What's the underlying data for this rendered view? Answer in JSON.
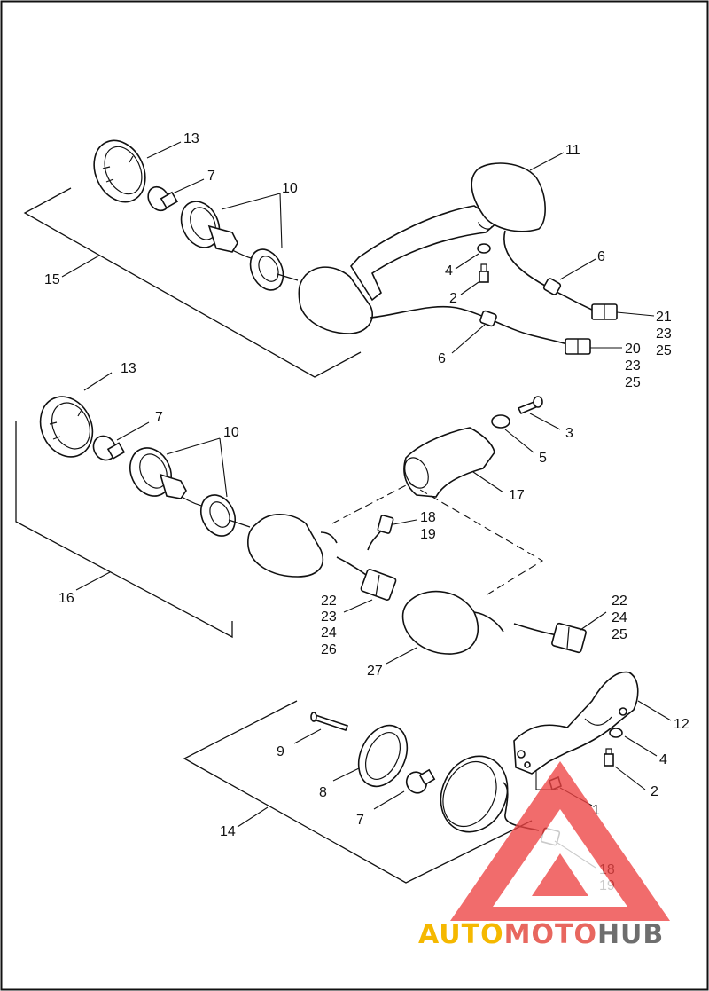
{
  "diagram": {
    "callouts": [
      {
        "id": "c13a",
        "text": "13"
      },
      {
        "id": "c7a",
        "text": "7"
      },
      {
        "id": "c10a",
        "text": "10"
      },
      {
        "id": "c11",
        "text": "11"
      },
      {
        "id": "c15",
        "text": "15"
      },
      {
        "id": "c4a",
        "text": "4"
      },
      {
        "id": "c2a",
        "text": "2"
      },
      {
        "id": "c6a",
        "text": "6"
      },
      {
        "id": "c21",
        "text": "21"
      },
      {
        "id": "c23a",
        "text": "23"
      },
      {
        "id": "c25a",
        "text": "25"
      },
      {
        "id": "c20",
        "text": "20"
      },
      {
        "id": "c23b",
        "text": "23"
      },
      {
        "id": "c25b",
        "text": "25"
      },
      {
        "id": "c6b",
        "text": "6"
      },
      {
        "id": "c13b",
        "text": "13"
      },
      {
        "id": "c7b",
        "text": "7"
      },
      {
        "id": "c10b",
        "text": "10"
      },
      {
        "id": "c3",
        "text": "3"
      },
      {
        "id": "c5",
        "text": "5"
      },
      {
        "id": "c17",
        "text": "17"
      },
      {
        "id": "c18a",
        "text": "18"
      },
      {
        "id": "c19a",
        "text": "19"
      },
      {
        "id": "c16",
        "text": "16"
      },
      {
        "id": "c22a",
        "text": "22"
      },
      {
        "id": "c23c",
        "text": "23"
      },
      {
        "id": "c24a",
        "text": "24"
      },
      {
        "id": "c26",
        "text": "26"
      },
      {
        "id": "c22b",
        "text": "22"
      },
      {
        "id": "c24b",
        "text": "24"
      },
      {
        "id": "c25c",
        "text": "25"
      },
      {
        "id": "c27",
        "text": "27"
      },
      {
        "id": "c12",
        "text": "12"
      },
      {
        "id": "c4b",
        "text": "4"
      },
      {
        "id": "c9",
        "text": "9"
      },
      {
        "id": "c8",
        "text": "8"
      },
      {
        "id": "c2b",
        "text": "2"
      },
      {
        "id": "c1",
        "text": "1"
      },
      {
        "id": "c7c",
        "text": "7"
      },
      {
        "id": "c14",
        "text": "14"
      },
      {
        "id": "c18b",
        "text": "18"
      },
      {
        "id": "c19b",
        "text": "19"
      }
    ]
  },
  "watermark": {
    "part1": "AUTO",
    "part2": "MOTO",
    "part3": "HUB",
    "color_auto": "#f5b800",
    "color_moto": "#e8675f",
    "color_hub": "#6e6e6e",
    "triangle_color": "#ee4444"
  }
}
